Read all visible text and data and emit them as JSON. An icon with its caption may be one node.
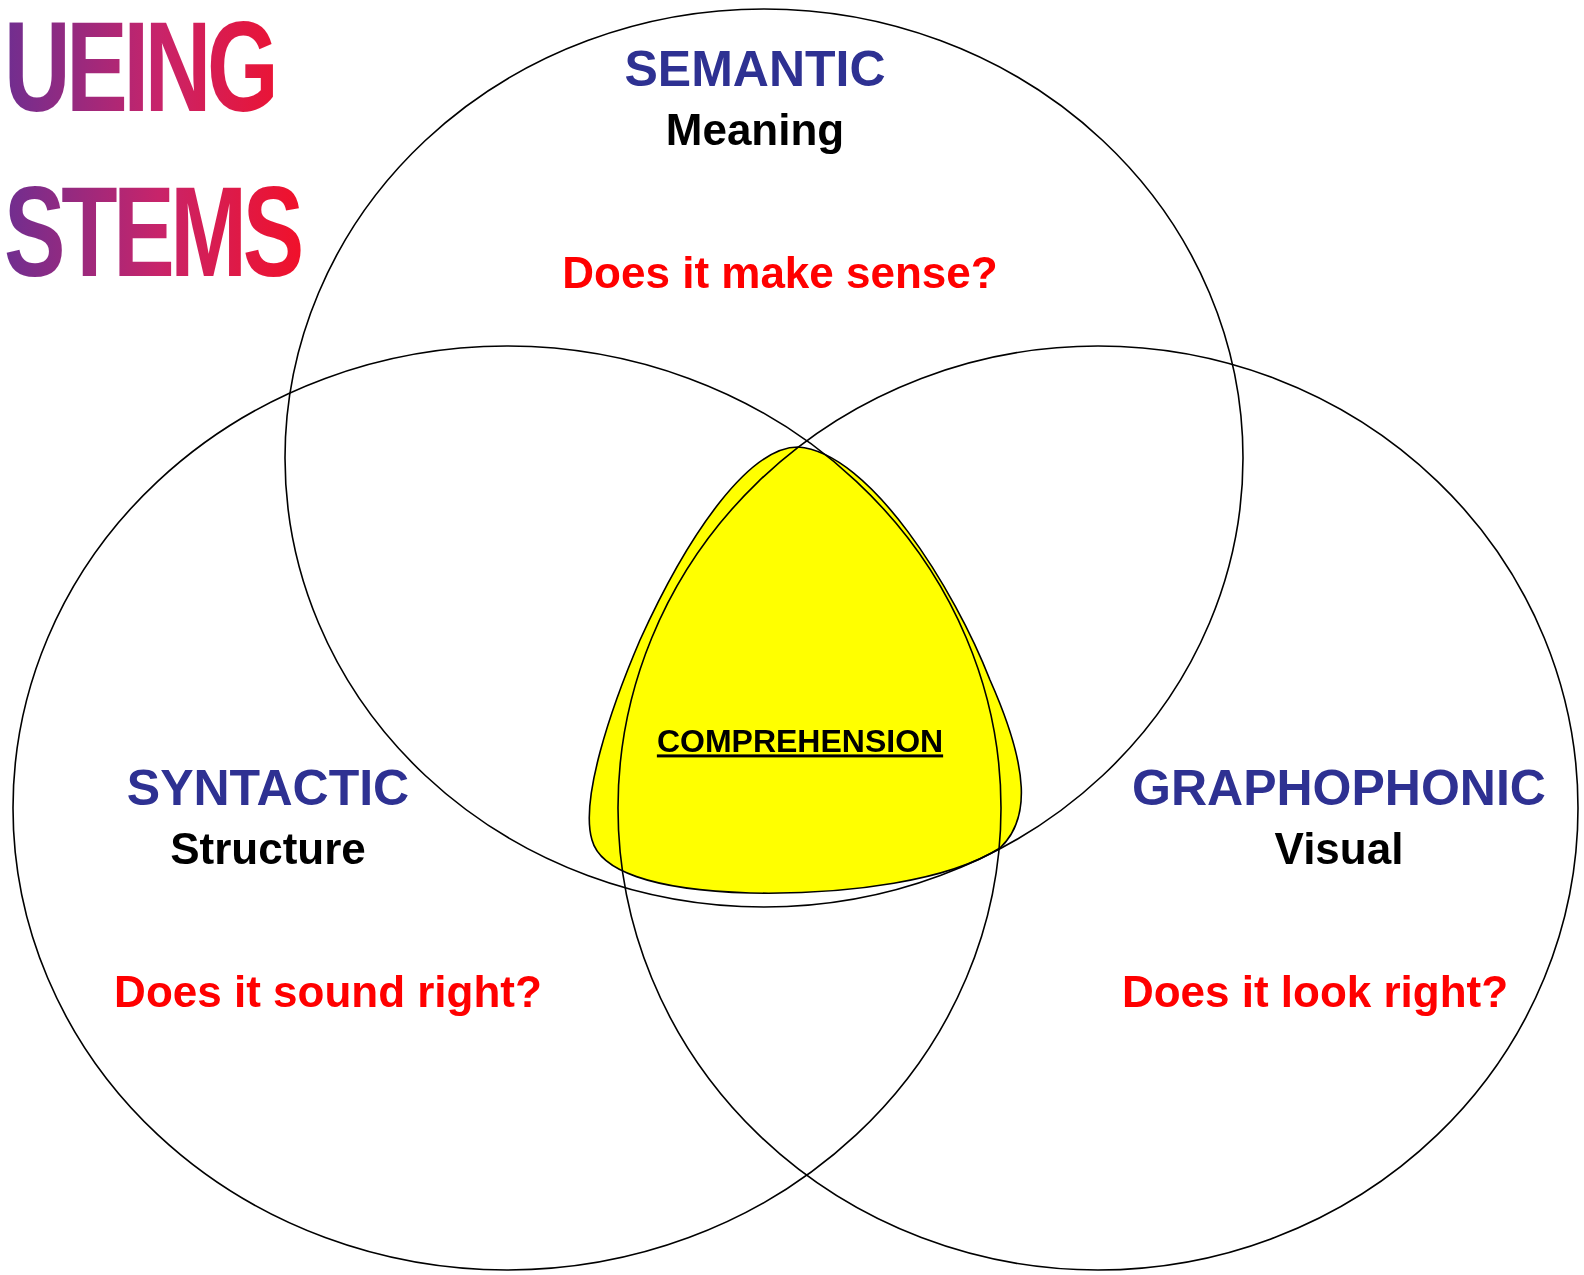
{
  "diagram": {
    "title": "UEING STEMS",
    "nodes": [
      {
        "text": [
          "SEMANTIC",
          "Meaning",
          "Does it make sense?"
        ]
      },
      {
        "text": [
          "SYNTACTIC",
          "Structure",
          "Does it sound right?"
        ]
      },
      {
        "text": [
          "GRAPHOPHONIC",
          "Visual",
          "Does it look right?"
        ]
      },
      {
        "text": [
          "COMPREHENSION"
        ]
      }
    ],
    "edges": []
  }
}
